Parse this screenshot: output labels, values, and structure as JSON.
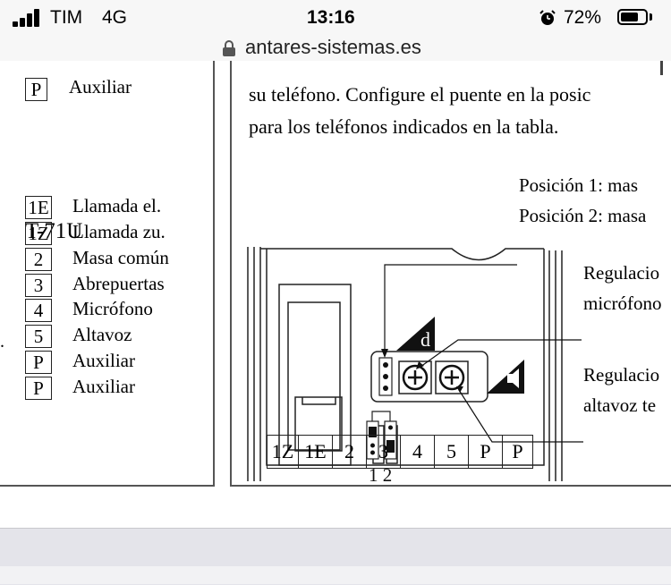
{
  "status_bar": {
    "carrier": "TIM",
    "network": "4G",
    "time": "13:16",
    "battery": "72%",
    "battery_level": 0.72
  },
  "url_bar": {
    "url": "antares-sistemas.es"
  },
  "document": {
    "left_panel": {
      "top_pin": {
        "code": "P",
        "label": "Auxiliar"
      },
      "model_title": "T-71U",
      "pins": [
        {
          "code": "1E",
          "label": "Llamada el."
        },
        {
          "code": "1Z",
          "label": "Llamada zu."
        },
        {
          "code": "2",
          "label": "Masa común"
        },
        {
          "code": "3",
          "label": "Abrepuertas"
        },
        {
          "code": "4",
          "label": "Micrófono"
        },
        {
          "code": "5",
          "label": "Altavoz"
        },
        {
          "code": "P",
          "label": "Auxiliar"
        },
        {
          "code": "P",
          "label": "Auxiliar"
        }
      ],
      "edge_mark": "."
    },
    "right_panel": {
      "paragraph_line1": "su teléfono. Configure el puente en la posic",
      "paragraph_line2": "para los teléfonos indicados en la tabla.",
      "position1": "Posición 1: mas",
      "position2": "Posición 2: masa",
      "regulation_mic_line1": "Regulacio",
      "regulation_mic_line2": "micrófono",
      "regulation_spk_line1": "Regulacio",
      "regulation_spk_line2": "altavoz te",
      "jumper_labels": "1 2",
      "terminals": [
        "1Z",
        "1E",
        "2",
        "3",
        "4",
        "5",
        "P",
        "P"
      ],
      "mic_symbol": "d"
    }
  }
}
